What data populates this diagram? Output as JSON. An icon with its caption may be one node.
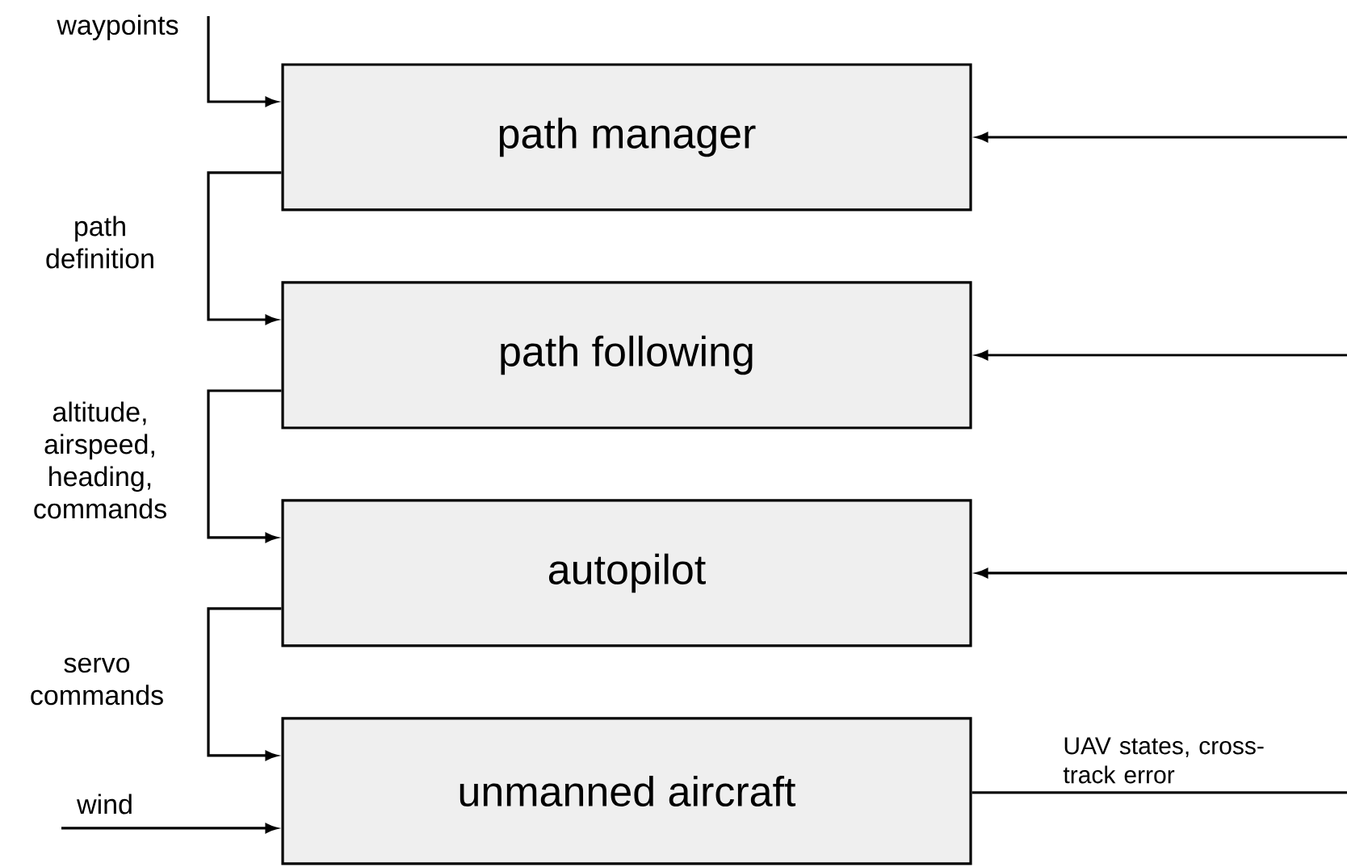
{
  "diagram": {
    "nodes": [
      {
        "text": [
          "path manager"
        ]
      },
      {
        "text": [
          "path following"
        ]
      },
      {
        "text": [
          "autopilot"
        ]
      },
      {
        "text": [
          "unmanned aircraft"
        ]
      }
    ],
    "edges": [
      {
        "from": null,
        "to": 0,
        "arrow": "to",
        "label": "waypoints"
      },
      {
        "from": 0,
        "to": 1,
        "arrow": "to",
        "label": "path definition"
      },
      {
        "from": 1,
        "to": 2,
        "arrow": "to",
        "label": "altitude, airspeed, heading, commands"
      },
      {
        "from": 2,
        "to": 3,
        "arrow": "to",
        "label": "servo commands"
      },
      {
        "from": null,
        "to": 3,
        "arrow": "to",
        "label": "wind"
      },
      {
        "from": null,
        "to": 0,
        "arrow": "to"
      },
      {
        "from": null,
        "to": 1,
        "arrow": "to"
      },
      {
        "from": null,
        "to": 2,
        "arrow": "to"
      },
      {
        "from": 3,
        "to": null,
        "arrow": "none",
        "label": "UAV states, cross-track error"
      }
    ]
  }
}
